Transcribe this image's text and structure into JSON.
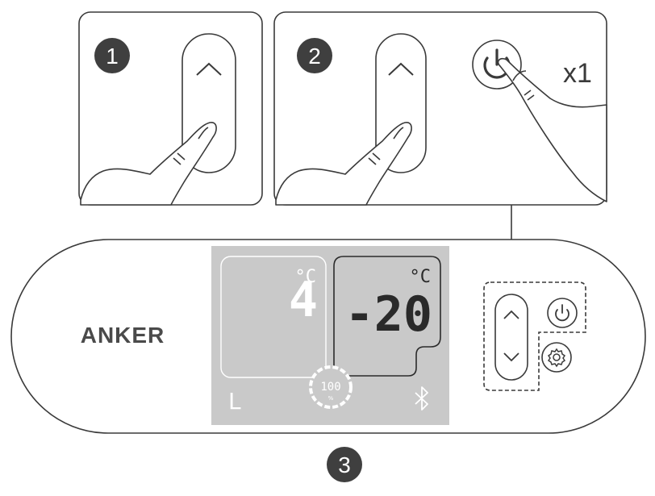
{
  "steps": {
    "one": "1",
    "two": "2",
    "three": "3"
  },
  "step2": {
    "press_count": "x1"
  },
  "panel": {
    "brand": "ANKER",
    "left_zone": {
      "unit": "°C",
      "temp": "4",
      "mode": "L"
    },
    "right_zone": {
      "unit": "°C",
      "temp": "-20"
    },
    "battery_percent": "100",
    "battery_unit": "%",
    "bluetooth_icon": "bluetooth-icon"
  },
  "colors": {
    "step_badge": "#3f3f3f",
    "outline": "#3a3a3a",
    "lcd_background": "#c9c9c9",
    "lcd_text": "#ffffff"
  }
}
